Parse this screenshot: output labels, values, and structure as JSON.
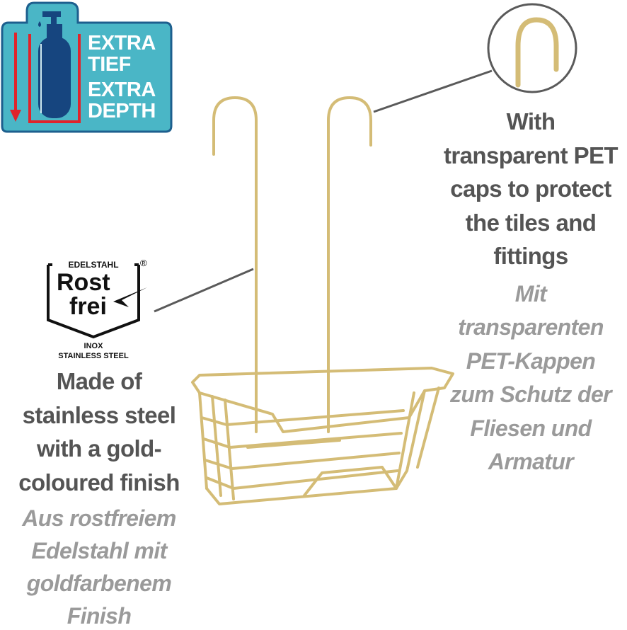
{
  "badge": {
    "line1": "EXTRA",
    "line2": "TIEF",
    "line3": "EXTRA",
    "line4": "DEPTH",
    "colors": {
      "background": "#4ab6c6",
      "border": "#1d5f8e",
      "bottle": "#16457f",
      "arrow": "#e0242b"
    },
    "icon": "bottle-depth-icon"
  },
  "logo": {
    "top": "EDELSTAHL",
    "registered": "®",
    "word1": "Rost",
    "word2": "frei",
    "sub1": "INOX",
    "sub2": "STAINLESS STEEL"
  },
  "right_feature": {
    "english": [
      "With",
      "transparent PET",
      "caps to protect",
      "the tiles and",
      "fittings"
    ],
    "german": [
      "Mit",
      "transparenten",
      "PET-Kappen",
      "zum Schutz der",
      "Fliesen und",
      "Armatur"
    ]
  },
  "left_feature": {
    "english": [
      "Made of",
      "stainless steel",
      "with a gold-",
      "coloured finish"
    ],
    "german": [
      "Aus rostfreiem",
      "Edelstahl mit",
      "goldfarbenem",
      "Finish"
    ]
  },
  "colors": {
    "gold": "#d9c27e",
    "text_dark": "#545454",
    "text_light": "#9a9a9a"
  }
}
